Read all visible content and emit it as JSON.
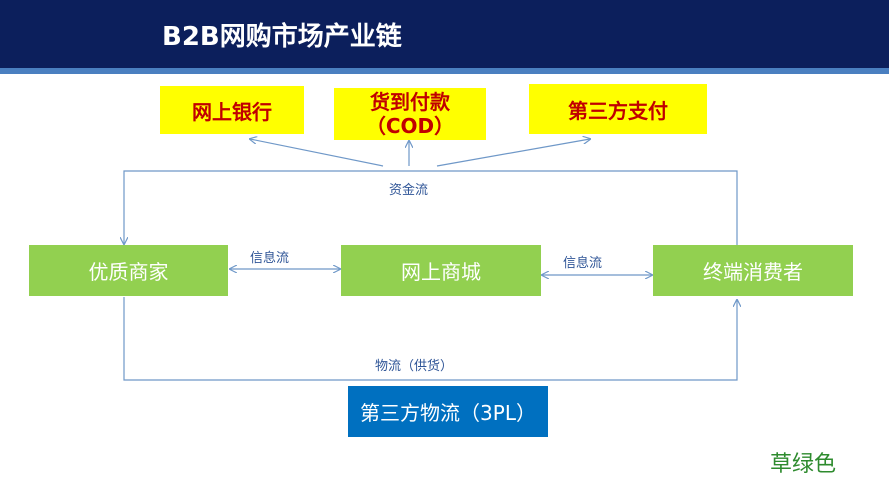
{
  "title": "B2B网购市场产业链",
  "payment": {
    "bank": "网上银行",
    "cod_line1": "货到付款",
    "cod_line2": "（COD）",
    "third_party": "第三方支付"
  },
  "nodes": {
    "merchant": "优质商家",
    "mall": "网上商城",
    "consumer": "终端消费者",
    "logistics": "第三方物流（3PL）"
  },
  "flows": {
    "capital": "资金流",
    "info_left": "信息流",
    "info_right": "信息流",
    "goods": "物流（供货）"
  },
  "note": "草绿色",
  "colors": {
    "header": "#0c1f5c",
    "header_line": "#4a7fc0",
    "yellow_box": "#ffff00",
    "yellow_text": "#c00000",
    "green_box": "#92d050",
    "blue_box": "#0070c0",
    "arrow": "#6f98c8",
    "label_text": "#2f5597"
  }
}
